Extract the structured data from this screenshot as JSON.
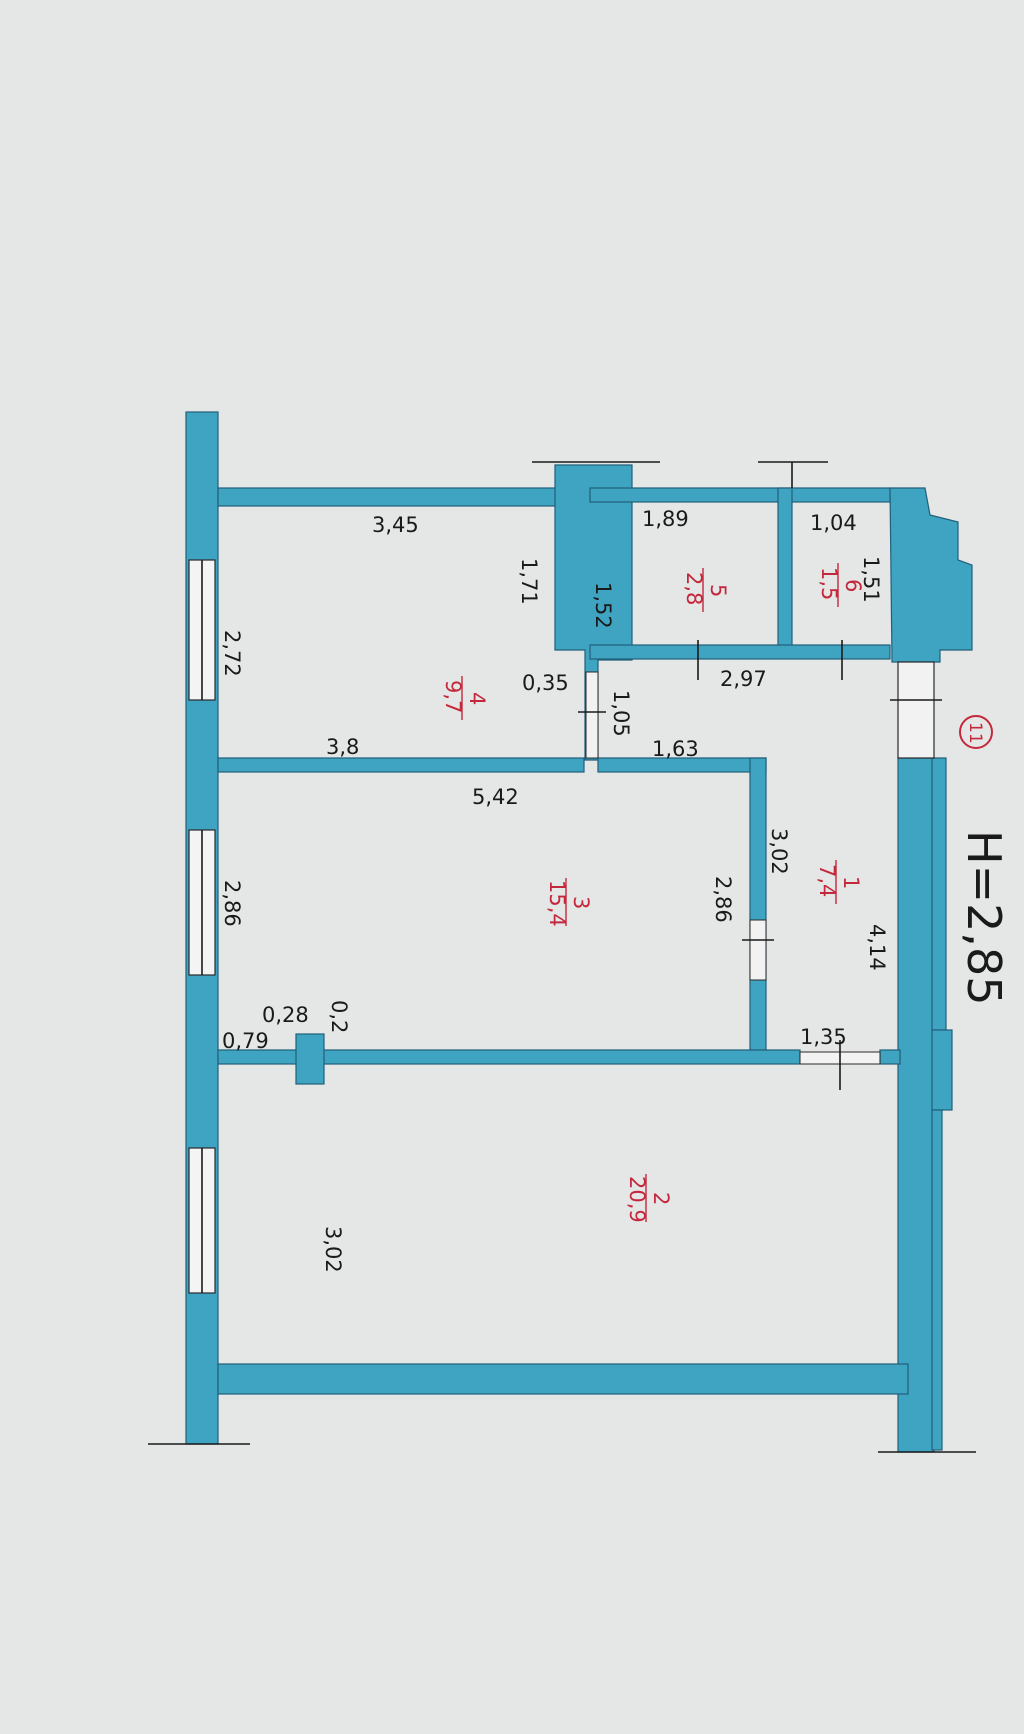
{
  "height_label": "H=2,85",
  "unit_number": "11",
  "rooms": [
    {
      "number": "1",
      "area": "7,4"
    },
    {
      "number": "2",
      "area": "20,9"
    },
    {
      "number": "3",
      "area": "15,4"
    },
    {
      "number": "4",
      "area": "9,7"
    },
    {
      "number": "5",
      "area": "2,8"
    },
    {
      "number": "6",
      "area": "1,5"
    }
  ],
  "dimensions": {
    "r4_top": "3,45",
    "r4_right": "1,71",
    "r4_left": "2,72",
    "r4_bottom": "3,8",
    "r5_top": "1,89",
    "r5_left": "1,52",
    "r6_top": "1,04",
    "r6_right": "1,51",
    "hall_top": "2,97",
    "hall_passage": "0,35",
    "hall_door": "1,05",
    "hall_mid": "1,63",
    "hall_wall": "3,02",
    "hall_right": "4,14",
    "hall_bottom": "1,35",
    "r3_top": "5,42",
    "r3_left": "2,86",
    "r3_right": "2,86",
    "col_a": "0,28",
    "col_b": "0,2",
    "col_c": "0,79",
    "r2_left": "3,02"
  }
}
